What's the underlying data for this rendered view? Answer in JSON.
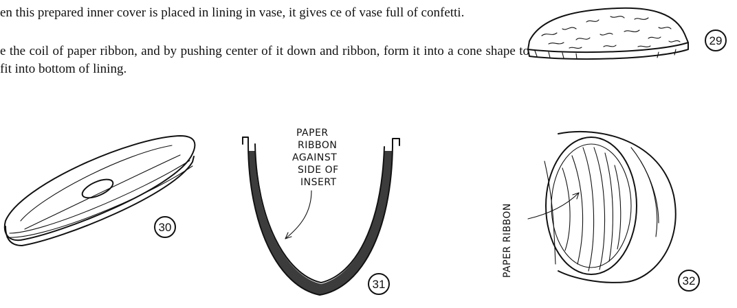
{
  "text": {
    "paragraph_1": "en this prepared inner cover is placed in lining in vase, it gives ce of vase full of confetti.",
    "paragraph_2": "e the coil of paper ribbon, and by pushing center of it down and ribbon, form it into a cone shape to fit into bottom of lining."
  },
  "figures": [
    {
      "number": "29"
    },
    {
      "number": "30"
    },
    {
      "number": "31",
      "callout": [
        "PAPER",
        "RIBBON",
        "AGAINST",
        "SIDE OF",
        "INSERT"
      ]
    },
    {
      "number": "32",
      "callout": "PAPER RIBBON"
    }
  ]
}
